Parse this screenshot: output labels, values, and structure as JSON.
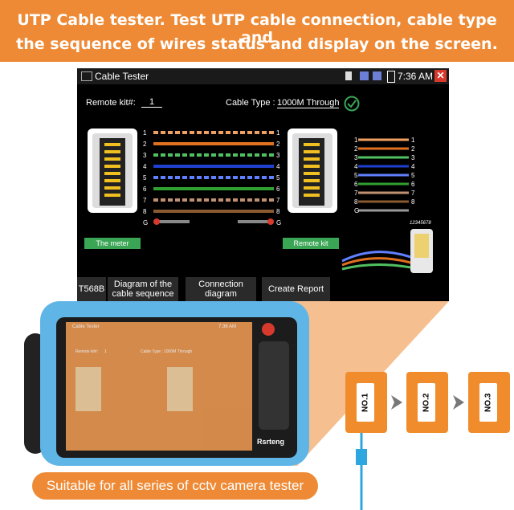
{
  "banner": {
    "line1": "UTP Cable tester. Test UTP cable connection, cable type and",
    "line2": "the sequence of wires status and display on the screen."
  },
  "screen": {
    "title": "Cable Tester",
    "time": "7:36 AM",
    "remote_kit_label": "Remote kit#:",
    "remote_kit_value": "1",
    "cable_type_label": "Cable Type :",
    "cable_type_value": "1000M Through",
    "pin_labels": [
      "1",
      "2",
      "3",
      "4",
      "5",
      "6",
      "7",
      "8",
      "G"
    ],
    "meter_label": "The meter",
    "remote_label": "Remote kit",
    "wire_label_small": "12345678",
    "buttons": {
      "t568b": "T568B",
      "diagram_line1": "Diagram of the",
      "diagram_line2": "cable sequence",
      "connection_line1": "Connection",
      "connection_line2": "diagram",
      "report": "Create Report"
    }
  },
  "device": {
    "brand": "Rsrteng",
    "mini_title": "Cable Tester",
    "mini_time": "7:36 AM",
    "mini_remote": "Remote kit#:",
    "mini_remote_val": "1",
    "mini_cable_type": "Cable Type :",
    "mini_cable_val": "1000M Through"
  },
  "modules": [
    "NO.1",
    "NO.2",
    "NO.3"
  ],
  "footer": {
    "text": "Suitable for all series of cctv camera tester"
  },
  "colors": {
    "accent": "#ee8a35",
    "screen_bg": "#000000",
    "device_blue": "#5fb6e6",
    "ok_green": "#3aa655"
  }
}
